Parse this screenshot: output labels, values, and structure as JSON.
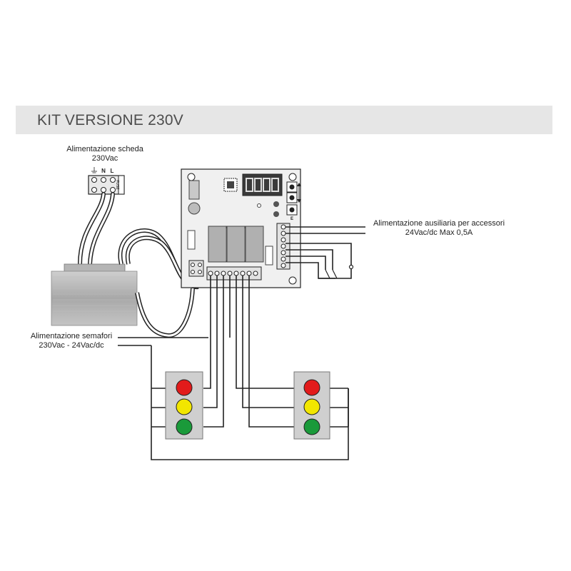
{
  "title": "KIT VERSIONE 230V",
  "labels": {
    "board_power_line1": "Alimentazione scheda",
    "board_power_line2": "230Vac",
    "aux_power_line1": "Alimentazione ausiliaria per accessori",
    "aux_power_line2": "24Vac/dc Max 0,5A",
    "lights_power_line1": "Alimentazione semafori",
    "lights_power_line2": "230Vac - 24Vac/dc"
  },
  "terminal": {
    "n": "N",
    "l": "L",
    "fuse": "FUSE"
  },
  "board": {
    "button_e": "E"
  },
  "colors": {
    "red": "#e21b1b",
    "yellow": "#f2e600",
    "green": "#1a9a3a",
    "light_housing": "#cfcfcf",
    "board_fill": "#f0f0f0"
  }
}
